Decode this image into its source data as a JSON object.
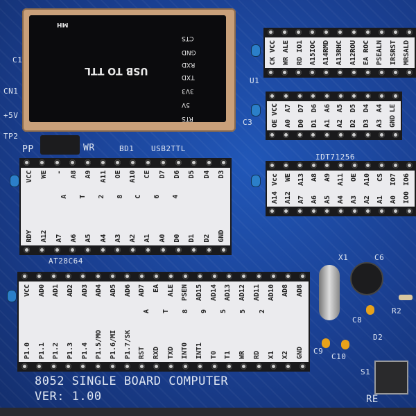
{
  "board": {
    "title": "8052 SINGLE BOARD COMPUTER",
    "version": "VER: 1.00",
    "colors": {
      "pcb": "#1a3f91",
      "label": "#ebebee",
      "copper": "#c9a07a"
    },
    "silkscreen": [
      "AT28C64",
      "BD1",
      "USB2TTL",
      "WR",
      "IDT71256",
      "X1",
      "C6",
      "C8",
      "R2",
      "D2",
      "C9",
      "C10",
      "S1",
      "RE",
      "C1",
      "CN1",
      "+5V",
      "TP2",
      "U1",
      "C3",
      "PP"
    ]
  },
  "usb_module": {
    "title": "USB TO TTL",
    "logo": "MH",
    "pins": [
      "CTS",
      "GND",
      "RXD",
      "TXD",
      "3V3",
      "5V",
      "RTS"
    ]
  },
  "chips": {
    "mcu": {
      "top": [
        "VCC",
        "AD0",
        "AD1",
        "AD2",
        "AD3",
        "AD4",
        "AD5",
        "AD6",
        "AD7",
        "EA",
        "ALE",
        "PSEN",
        "AD15",
        "AD14",
        "AD13",
        "AD12",
        "AD11",
        "AD10",
        "AD8",
        "AD8"
      ],
      "mid": [
        "",
        "",
        "",
        "",
        "",
        "",
        "",
        "",
        "",
        "",
        "A",
        "T",
        "8",
        "9",
        "5",
        "5",
        "2",
        "",
        "",
        ""
      ],
      "bottom": [
        "P1.0",
        "P1.1",
        "P1.2",
        "P1.3",
        "P1.4",
        "P1.5/MO",
        "P1.6/MI",
        "P1.7/SK",
        "RST",
        "RXD",
        "TXD",
        "INT0",
        "INT1",
        "T0",
        "T1",
        "WR",
        "RD",
        "X1",
        "X2",
        "GND"
      ]
    },
    "eeprom": {
      "top": [
        "VCC",
        "WE",
        "-",
        "A8",
        "A9",
        "A11",
        "OE",
        "A10",
        "CE",
        "D7",
        "D6",
        "D5",
        "D4",
        "D3"
      ],
      "mid": [
        "",
        "",
        "",
        "A",
        "T",
        "2",
        "8",
        "C",
        "6",
        "4",
        "",
        "",
        "",
        ""
      ],
      "bottom": [
        "RDY",
        "A12",
        "A7",
        "A6",
        "A5",
        "A4",
        "A3",
        "A2",
        "A1",
        "A0",
        "D0",
        "D1",
        "D2",
        "GND"
      ]
    },
    "u1": {
      "top": [
        "VCC",
        "ALE",
        "IO1",
        "IOC",
        "RMD",
        "RHC",
        "ROU",
        "ROC",
        "ALN",
        "RST",
        "ALD"
      ],
      "bottom": [
        "CK",
        "WR",
        "RD",
        "A15",
        "A14",
        "A13",
        "A12",
        "EA",
        "PSE",
        "IRS",
        "MRS"
      ]
    },
    "latch": {
      "top": [
        "VCC",
        "A7",
        "D7",
        "D6",
        "A6",
        "A5",
        "D5",
        "D4",
        "A4",
        "LE"
      ],
      "bottom": [
        "OE",
        "A0",
        "D0",
        "D1",
        "A1",
        "A2",
        "D2",
        "D3",
        "A3",
        "GND"
      ]
    },
    "sram": {
      "top": [
        "Vcc",
        "WE",
        "A13",
        "A8",
        "A9",
        "A11",
        "OE",
        "A10",
        "CS",
        "IO7",
        "IO6"
      ],
      "bottom": [
        "A14",
        "A12",
        "A7",
        "A6",
        "A5",
        "A4",
        "A3",
        "A2",
        "A1",
        "A0",
        "IO0"
      ]
    }
  }
}
